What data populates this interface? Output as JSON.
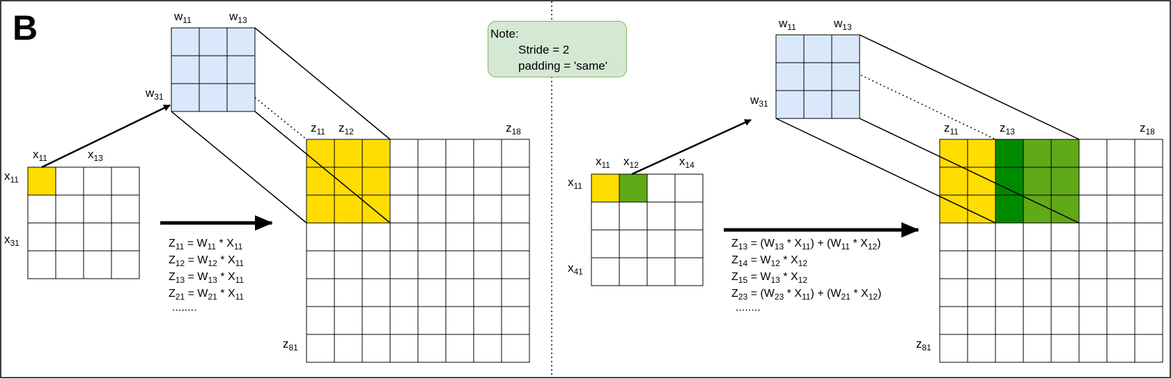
{
  "panel_letter": "B",
  "colors": {
    "kernel_fill": "#dae8fc",
    "input_selected": "#ffdd00",
    "overlap_dark_green": "#008a00",
    "overlap_green": "#60a917",
    "note_fill": "#d5e8d4",
    "note_border": "#82b366"
  },
  "note": {
    "title": "Note:",
    "stride": "Stride = 2",
    "padding": "padding = 'same'"
  },
  "left": {
    "kernel_labels": {
      "w11": "11",
      "w13": "13",
      "w31": "31"
    },
    "input_labels": {
      "x11_top": "11",
      "x13": "13",
      "x11_side": "11",
      "x31": "31"
    },
    "output_labels": {
      "z11": "11",
      "z12": "12",
      "z18": "18",
      "z81": "81"
    },
    "equations": [
      {
        "z": "11",
        "w": "11",
        "x": "11"
      },
      {
        "z": "12",
        "w": "12",
        "x": "11"
      },
      {
        "z": "13",
        "w": "13",
        "x": "11"
      },
      {
        "z": "21",
        "w": "21",
        "x": "11"
      }
    ],
    "ellipsis": "........"
  },
  "right": {
    "kernel_labels": {
      "w11": "11",
      "w13": "13",
      "w31": "31"
    },
    "input_labels": {
      "x11_top": "11",
      "x12": "12",
      "x14": "14",
      "x11_side": "11",
      "x41": "41"
    },
    "output_labels": {
      "z11": "11",
      "z13": "13",
      "z18": "18",
      "z81": "81"
    },
    "equations": [
      "Z13 =  (W13 * X11) + (W11 * X12)",
      "Z14 = W12 * X12",
      "Z15 = W13 * X12",
      "Z23 = (W23 * X11) + (W21 * X12)"
    ],
    "ellipsis": "........"
  }
}
